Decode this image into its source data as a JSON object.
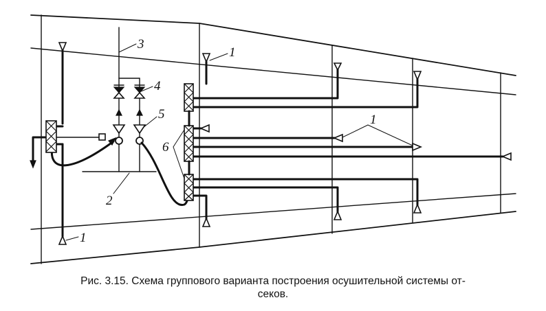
{
  "diagram": {
    "callouts": {
      "drain_inlet": "1",
      "receiver_group": "2",
      "main_line": "3",
      "valve": "4",
      "non_return_valve": "5",
      "valve_box": "6"
    }
  },
  "caption": {
    "line1": "Рис. 3.15. Схема группового варианта построения осушительной системы от-",
    "line2": "секов."
  }
}
